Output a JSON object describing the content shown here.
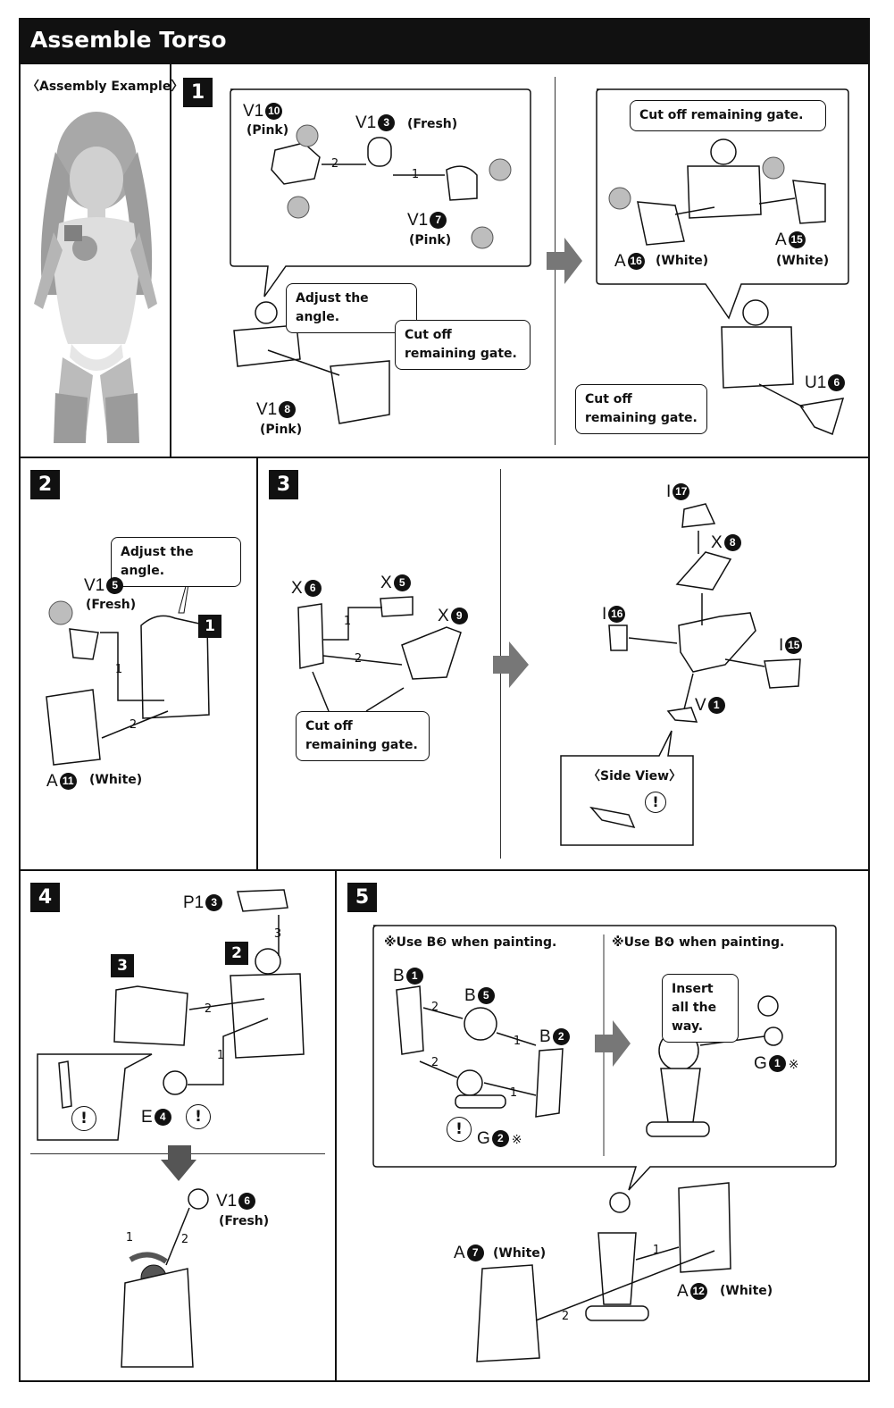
{
  "header": {
    "title": "Assemble Torso"
  },
  "example": {
    "label": "〈Assembly Example〉"
  },
  "steps": {
    "s1": "1",
    "s2": "2",
    "s3": "3",
    "s4": "4",
    "s5": "5",
    "ref1": "1",
    "ref2": "2",
    "ref3": "3"
  },
  "step1": {
    "v1_10": "V1",
    "v1_10_num": "10",
    "v1_10_color": "(Pink)",
    "v1_3": "V1",
    "v1_3_num": "3",
    "v1_3_color": "(Fresh)",
    "v1_7": "V1",
    "v1_7_num": "7",
    "v1_7_color": "(Pink)",
    "v1_8": "V1",
    "v1_8_num": "8",
    "v1_8_color": "(Pink)",
    "adjust": "Adjust the angle.",
    "cut1": "Cut off remaining gate.",
    "cut_top": "Cut off remaining gate.",
    "a16": "A",
    "a16_num": "16",
    "a16_color": "(White)",
    "a15": "A",
    "a15_num": "15",
    "a15_color": "(White)",
    "u16": "U1",
    "u16_num": "6",
    "cut_bottom": "Cut off remaining gate.",
    "seq1": "1",
    "seq2": "2"
  },
  "step2": {
    "adjust": "Adjust the angle.",
    "v15": "V1",
    "v15_num": "5",
    "v15_color": "(Fresh)",
    "a11": "A",
    "a11_num": "11",
    "a11_color": "(White)",
    "seq1": "1",
    "seq2": "2"
  },
  "step3": {
    "x6": "X",
    "x6_num": "6",
    "x5": "X",
    "x5_num": "5",
    "x9": "X",
    "x9_num": "9",
    "x8": "X",
    "x8_num": "8",
    "i17": "I",
    "i17_num": "17",
    "i16": "I",
    "i16_num": "16",
    "i15": "I",
    "i15_num": "15",
    "v1": "V",
    "v1_num": "1",
    "cut": "Cut off remaining gate.",
    "side_view": "〈Side View〉",
    "seq1": "1",
    "seq2": "2"
  },
  "step4": {
    "p13": "P1",
    "p13_num": "3",
    "e4": "E",
    "e4_num": "4",
    "v16": "V1",
    "v16_num": "6",
    "v16_color": "(Fresh)",
    "seq1": "1",
    "seq2": "2",
    "seq3": "3"
  },
  "step5": {
    "note_left": "※Use B❸ when painting.",
    "note_right": "※Use B❹ when painting.",
    "b1": "B",
    "b1_num": "1",
    "b5": "B",
    "b5_num": "5",
    "b2": "B",
    "b2_num": "2",
    "g2": "G",
    "g2_num": "2",
    "g2_mark": "※",
    "g1": "G",
    "g1_num": "1",
    "g1_mark": "※",
    "insert": "Insert all the way.",
    "a7": "A",
    "a7_num": "7",
    "a7_color": "(White)",
    "a12": "A",
    "a12_num": "12",
    "a12_color": "(White)",
    "seq1": "1",
    "seq2": "2"
  },
  "marks": {
    "warning": "!"
  }
}
